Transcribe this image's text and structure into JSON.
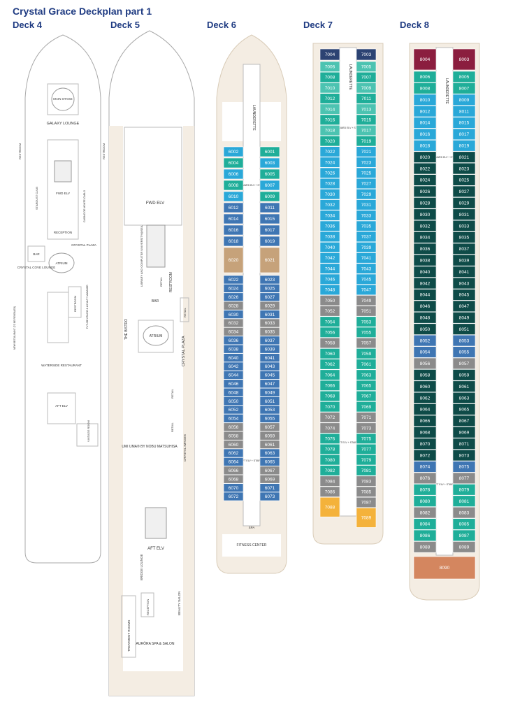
{
  "page": {
    "title": "Crystal Grace Deckplan part 1"
  },
  "decks": [
    {
      "label": "Deck 4"
    },
    {
      "label": "Deck 5"
    },
    {
      "label": "Deck 6"
    },
    {
      "label": "Deck 7"
    },
    {
      "label": "Deck 8"
    }
  ],
  "deck4": {
    "main_stage": "MAIN STAGE",
    "galaxy_lounge": "GALAXY LOUNGE",
    "restroom_left": "RESTROOM",
    "restroom_right": "RESTROOM",
    "stardust_club": "STARDUST CLUB",
    "fwd_elv": "FWD ELV",
    "casino": "CASINO DE MONTE-CARLO",
    "reception": "RECEPTION",
    "bar": "BAR",
    "atrium": "ATRIUM",
    "crystal_cove": "CRYSTAL COVE LOUNGE",
    "crystal_plaza": "CRYSTAL PLAZA",
    "restroom_mid": "RESTROOM",
    "future_cruise": "FUTURE CRUISE & LOYALTY MANAGER",
    "new_restaurant": "NEW RESTAURANT (TO BE REVEALED)",
    "waterside": "WATERSIDE RESTAURANT",
    "aft_elv": "AFT ELV",
    "vintage_room": "VINTAGE ROOM"
  },
  "deck5": {
    "fwd_elv": "FWD ELV",
    "library": "LIBRARY AND COMPUTER UNIVERSITY@SEA",
    "retail1": "RETAIL",
    "restroom": "RESTROOM",
    "bar": "BAR",
    "retail2": "RETAIL",
    "bistro": "THE BISTRO",
    "atrium": "ATRIUM",
    "crystal_plaza": "CRYSTAL PLAZA",
    "retail3": "RETAIL",
    "retail4": "RETAIL",
    "umi_uma": "UMI UMA® BY NOBU MATSUHISA",
    "crystal_images": "CRYSTAL IMAGES",
    "aft_elv": "AFT ELV",
    "bridge_lounge": "BRIDGE LOUNGE",
    "treatment": "TREATMENT ROOMS",
    "reception": "RECEPTION",
    "beauty_salon": "BEAUTY SALON",
    "aurora": "AURÖRA SPA & SALON"
  },
  "deck6": {
    "launderette": "LAUNDERETTE",
    "forward_elv": "FORWARD ELV + STAIRS",
    "aft_elv": "AFT ELV + STAIRS",
    "spa": "SPA",
    "fitness": "FITNESS CENTER",
    "left": [
      "6002",
      "6004",
      "6006",
      "6008",
      "6010",
      "6012",
      "6014",
      "6016",
      "6018",
      "6020",
      "6022",
      "6024",
      "6026",
      "6028",
      "6030",
      "6032",
      "6034",
      "6036",
      "6038",
      "6040",
      "6042",
      "6044",
      "6046",
      "6048",
      "6050",
      "6052",
      "6054",
      "6056",
      "6058",
      "6060",
      "6062",
      "6064",
      "6066",
      "6068",
      "6070",
      "6072"
    ],
    "right": [
      "6001",
      "6003",
      "6005",
      "6007",
      "6009",
      "6011",
      "6015",
      "6017",
      "6019",
      "6021",
      "6023",
      "6025",
      "6027",
      "6029",
      "6031",
      "6033",
      "6035",
      "6037",
      "6039",
      "6041",
      "6043",
      "6045",
      "6047",
      "6049",
      "6051",
      "6053",
      "6055",
      "6057",
      "6059",
      "6061",
      "6063",
      "6065",
      "6067",
      "6069",
      "6071",
      "6073"
    ]
  },
  "deck7": {
    "launderette": "LAUNDERETTE",
    "forward_elv": "FORWARD ELV + STAIRS",
    "aft_elv": "AFT ELV + STAIRS",
    "top_left": "7004",
    "top_right": "7003",
    "left": [
      "7006",
      "7008",
      "7010",
      "7012",
      "7014",
      "7016",
      "7018",
      "7020",
      "7022",
      "7024",
      "7026",
      "7028",
      "7030",
      "7032",
      "7034",
      "7036",
      "7038",
      "7040",
      "7042",
      "7044",
      "7046",
      "7048",
      "7050",
      "7052",
      "7054",
      "7056",
      "7058",
      "7060",
      "7062",
      "7064",
      "7066",
      "7068",
      "7070",
      "7072",
      "7074",
      "7076",
      "7078",
      "7080",
      "7082",
      "7084",
      "7086",
      "7088"
    ],
    "right": [
      "7005",
      "7007",
      "7009",
      "7011",
      "7013",
      "7015",
      "7017",
      "7019",
      "7021",
      "7023",
      "7025",
      "7027",
      "7029",
      "7031",
      "7033",
      "7035",
      "7037",
      "7039",
      "7041",
      "7043",
      "7045",
      "7047",
      "7049",
      "7051",
      "7053",
      "7055",
      "7057",
      "7059",
      "7061",
      "7063",
      "7065",
      "7067",
      "7069",
      "7071",
      "7073",
      "7075",
      "7077",
      "7079",
      "7081",
      "7083",
      "7085",
      "7087",
      "7089"
    ]
  },
  "deck8": {
    "launderette": "LAUNDERETTE",
    "forward_elv": "FORWARD ELV + STAIRS",
    "aft_elv": "AFT ELV + STAIRS",
    "top_left": "8004",
    "top_right": "8003",
    "bottom": "8090",
    "left": [
      "8006",
      "8008",
      "8010",
      "8012",
      "8014",
      "8016",
      "8018",
      "8020",
      "8022",
      "8024",
      "8026",
      "8028",
      "8030",
      "8032",
      "8034",
      "8036",
      "8038",
      "8040",
      "8042",
      "8044",
      "8046",
      "8048",
      "8050",
      "8052",
      "8054",
      "8056",
      "8058",
      "8060",
      "8062",
      "8064",
      "8066",
      "8068",
      "8070",
      "8072",
      "8074",
      "8076",
      "8078",
      "8080",
      "8082",
      "8084",
      "8086",
      "8088"
    ],
    "right": [
      "8005",
      "8007",
      "8009",
      "8011",
      "8015",
      "8017",
      "8019",
      "8021",
      "8023",
      "8025",
      "8027",
      "8029",
      "8031",
      "8033",
      "8035",
      "8037",
      "8039",
      "8041",
      "8043",
      "8045",
      "8047",
      "8049",
      "8051",
      "8053",
      "8055",
      "8057",
      "8059",
      "8061",
      "8063",
      "8065",
      "8067",
      "8069",
      "8071",
      "8073",
      "8075",
      "8077",
      "8079",
      "8081",
      "8083",
      "8085",
      "8087",
      "8089"
    ]
  },
  "colors": {
    "hull": "#f4ede3",
    "hull_edge": "#d9ccb8",
    "teal": "#1fae99",
    "light_teal": "#4cc3b1",
    "blue": "#3f76b3",
    "light_blue": "#2aa8d8",
    "gold": "#c6a27a",
    "grey": "#8b8b8b",
    "dark_green": "#0e4b48",
    "navy": "#2c4373",
    "maroon": "#8b1e3f",
    "orange": "#f4b23b",
    "salmon": "#d4865f"
  }
}
